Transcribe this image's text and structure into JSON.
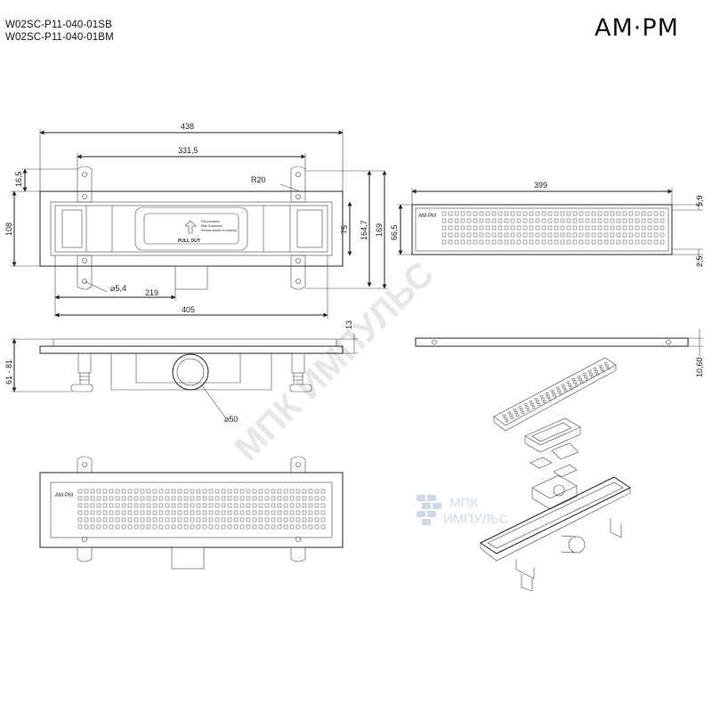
{
  "header": {
    "model_codes": [
      "W02SC-P11-040-01SB",
      "W02SC-P11-040-01BM"
    ],
    "brand_logo": "AM·PM"
  },
  "watermark": {
    "diagonal": "МПК ИМПУЛЬС",
    "logo_line1": "МПК",
    "logo_line2": "ИМПУЛЬС"
  },
  "top_view": {
    "dimensions": [
      "438",
      "331,5",
      "16,5",
      "R20",
      "108",
      "75",
      "164,7",
      "169",
      "⌀5,4",
      "219",
      "405"
    ],
    "label_text": [
      "Pull out siphon",
      "Wait 10 seconds",
      "Remove siphon for cleaning",
      "PULL OUT"
    ]
  },
  "side_view": {
    "dimensions": [
      "61 - 81",
      "13",
      "⌀50"
    ]
  },
  "grate_view": {
    "dimensions": [
      "399",
      "66,5",
      "5,9",
      "2,5",
      "10,60"
    ],
    "grate_logo": "AM·PM"
  },
  "front_view": {
    "grate_logo": "AM·PM"
  }
}
